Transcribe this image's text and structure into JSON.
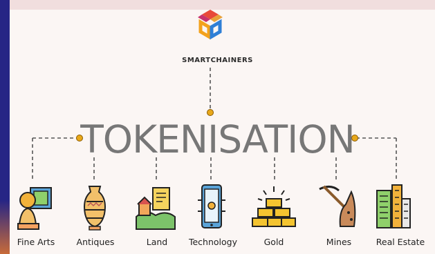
{
  "brand": {
    "name": "SMARTCHAINERS"
  },
  "title": "TOKENISATION",
  "assets": [
    {
      "label": "Fine Arts",
      "icon": "fine-arts-icon"
    },
    {
      "label": "Antiques",
      "icon": "vase-icon"
    },
    {
      "label": "Land",
      "icon": "land-icon"
    },
    {
      "label": "Technology",
      "icon": "smartphone-icon"
    },
    {
      "label": "Gold",
      "icon": "gold-bars-icon"
    },
    {
      "label": "Mines",
      "icon": "pickaxe-icon"
    },
    {
      "label": "Real Estate",
      "icon": "buildings-icon"
    }
  ],
  "colors": {
    "connector": "#e8a81a",
    "dashes": "#555555",
    "title": "#777777",
    "page_border": "#2f2a8a"
  }
}
